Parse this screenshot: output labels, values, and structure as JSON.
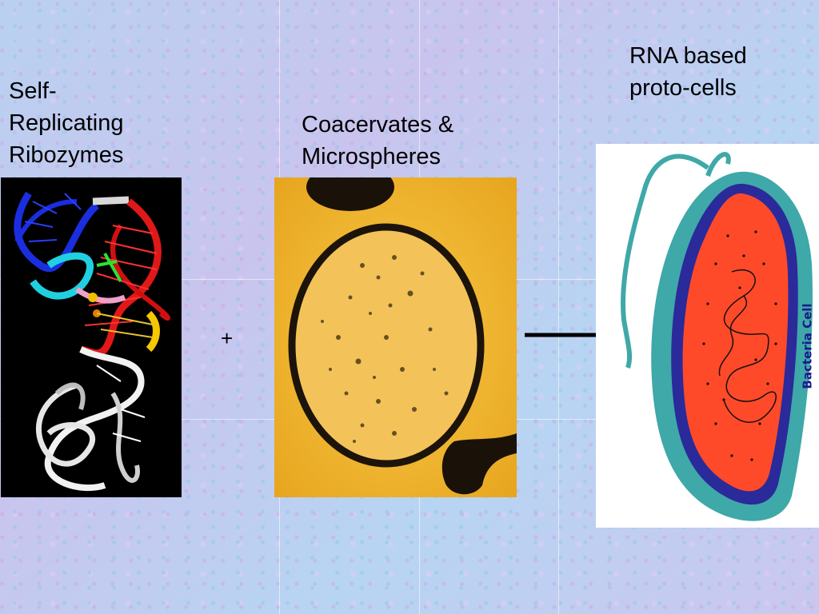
{
  "labels": {
    "ribozymes_line1": "Self-",
    "ribozymes_line2": "Replicating",
    "ribozymes_line3": "Ribozymes",
    "coacervates_line1": "Coacervates &",
    "coacervates_line2": "Microspheres",
    "protocells_line1": "RNA based",
    "protocells_line2": "proto-cells"
  },
  "operator": "+",
  "bacteria_image_label": "Bacteria Cell",
  "colors": {
    "background": "#c2cdef",
    "ribozyme_bg": "#000000",
    "coacervate_bg": "#f0b631",
    "cell_wall": "#3fa8a8",
    "cell_membrane": "#2a2a9a",
    "cytoplasm": "#ff4a2a"
  },
  "icons": [
    "right-arrow-icon"
  ]
}
